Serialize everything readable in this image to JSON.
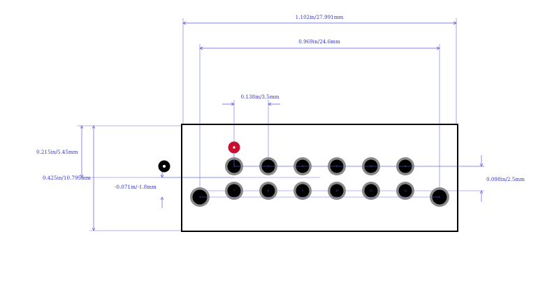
{
  "colors": {
    "outline": "#000000",
    "dimension": "#5a5ad8",
    "dimension_text": "#2f2fd0",
    "pin_ring": "#8a8a8a",
    "pin_core": "#000000",
    "pin1_marker": "#c8102e",
    "hole_marker": "#000000"
  },
  "dimensions": {
    "overall_width": "1.102in/27.991mm",
    "mount_pitch": "0.969in/24.6mm",
    "pin_pitch": "0.138in/3.5mm",
    "pin1_offset": "0.215in/5.45mm",
    "body_height": "0.425in/10.795mm",
    "hole_offset": "-0.071in/-1.8mm",
    "row_pitch": "0.098in/2.5mm"
  },
  "pins": {
    "top_row": [
      "1",
      "2",
      "3",
      "4",
      "5",
      "6"
    ],
    "bottom_row": [
      "7",
      "8",
      "9",
      "10",
      "11",
      "12"
    ],
    "mount_left": "0",
    "mount_right": "0"
  }
}
